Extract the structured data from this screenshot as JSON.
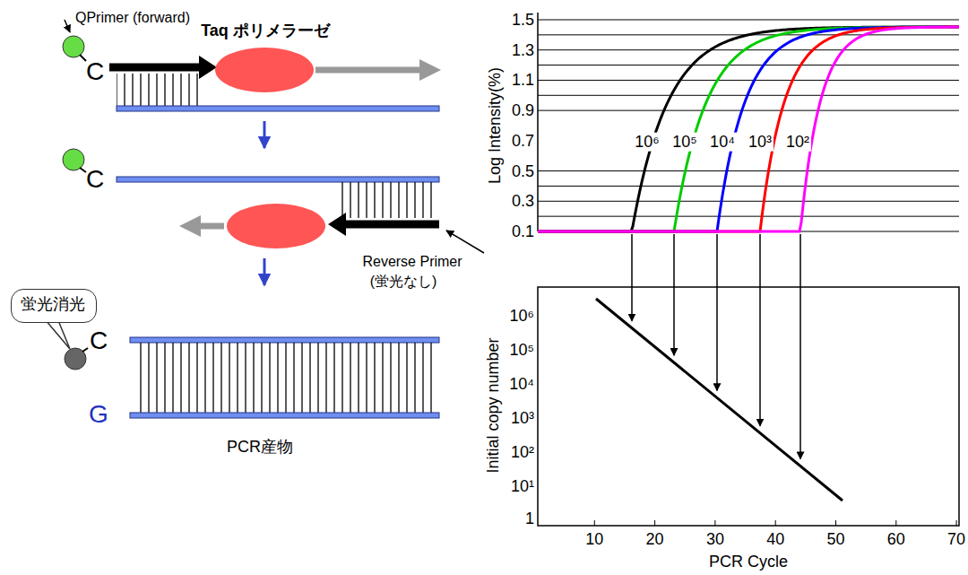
{
  "diagram": {
    "nodes": [
      {
        "text": [
          "蛍光消光"
        ]
      }
    ],
    "labels": [
      "QPrimer (forward)",
      "Taq ポリメラーゼ",
      "C",
      "C",
      "Reverse Primer",
      "(蛍光なし)",
      "C",
      "G",
      "PCR産物",
      "Log Intensity(%)",
      "1.5",
      "1.3",
      "1.1",
      "0.9",
      "0.7",
      "0.5",
      "0.3",
      "0.1",
      "10⁶",
      "10⁵",
      "10⁴",
      "10³",
      "10²",
      "Initial copy number",
      "10⁶",
      "10⁵",
      "10⁴",
      "10³",
      "10²",
      "10¹",
      "1",
      "10",
      "20",
      "30",
      "40",
      "50",
      "60",
      "70",
      "PCR Cycle"
    ]
  }
}
